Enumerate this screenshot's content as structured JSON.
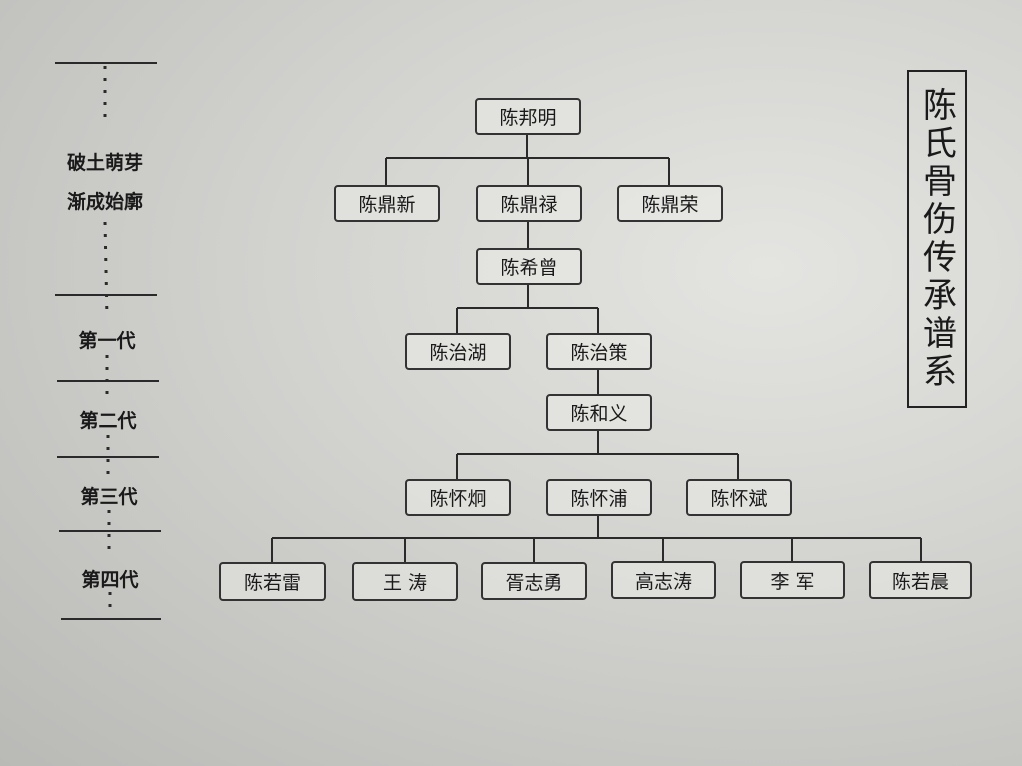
{
  "title": "陈氏骨伤传承谱系",
  "generations": {
    "origin_line1": "破土萌芽",
    "origin_line2": "渐成始廓",
    "g1": "第一代",
    "g2": "第二代",
    "g3": "第三代",
    "g4": "第四代"
  },
  "tree": {
    "root": "陈邦明",
    "level1": [
      "陈鼎新",
      "陈鼎禄",
      "陈鼎荣"
    ],
    "level2": [
      "陈希曾"
    ],
    "level3": [
      "陈治湖",
      "陈治策"
    ],
    "level4": [
      "陈和义"
    ],
    "level5": [
      "陈怀炯",
      "陈怀浦",
      "陈怀斌"
    ],
    "level6": [
      "陈若雷",
      "王 涛",
      "胥志勇",
      "高志涛",
      "李 军",
      "陈若晨"
    ]
  }
}
